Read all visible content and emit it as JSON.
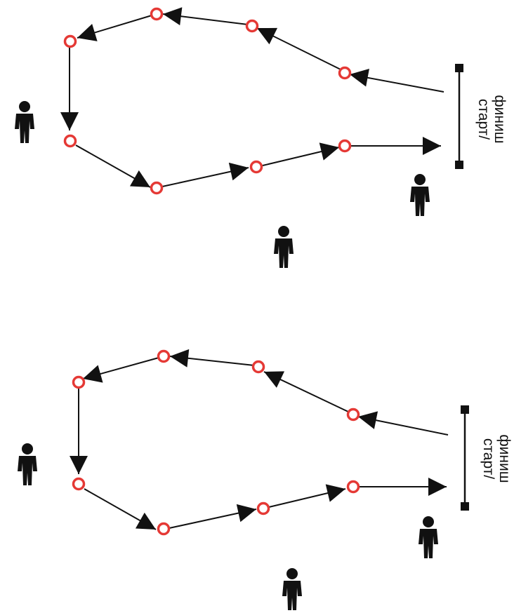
{
  "colors": {
    "line": "#111111",
    "cone_stroke": "#e53935",
    "cone_fill": "#ffffff",
    "person": "#111111"
  },
  "icons": {
    "cone": "cone-marker-icon",
    "person": "person-icon",
    "arrow": "arrowhead-icon"
  },
  "diagrams": [
    {
      "start_finish_label_line1": "старт/",
      "start_finish_label_line2": "финиш"
    },
    {
      "start_finish_label_line1": "старт/",
      "start_finish_label_line2": "финиш"
    }
  ]
}
